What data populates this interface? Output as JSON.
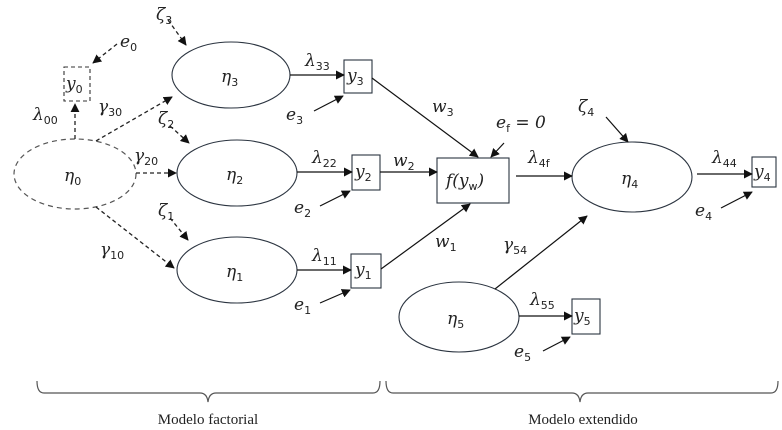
{
  "diagram": {
    "title": "Structural equation path diagram",
    "nodes": {
      "eta0": {
        "base": "η",
        "sub": "0",
        "kind": "latent",
        "style": "dashed"
      },
      "eta1": {
        "base": "η",
        "sub": "1",
        "kind": "latent"
      },
      "eta2": {
        "base": "η",
        "sub": "2",
        "kind": "latent"
      },
      "eta3": {
        "base": "η",
        "sub": "3",
        "kind": "latent"
      },
      "eta4": {
        "base": "η",
        "sub": "4",
        "kind": "latent"
      },
      "eta5": {
        "base": "η",
        "sub": "5",
        "kind": "latent"
      },
      "y0": {
        "base": "y",
        "sub": "0",
        "kind": "observed",
        "style": "dashed"
      },
      "y1": {
        "base": "y",
        "sub": "1",
        "kind": "observed"
      },
      "y2": {
        "base": "y",
        "sub": "2",
        "kind": "observed"
      },
      "y3": {
        "base": "y",
        "sub": "3",
        "kind": "observed"
      },
      "y4": {
        "base": "y",
        "sub": "4",
        "kind": "observed"
      },
      "y5": {
        "base": "y",
        "sub": "5",
        "kind": "observed"
      },
      "f": {
        "text": "f(y",
        "sub": "w",
        "close": ")",
        "kind": "composite"
      }
    },
    "labels": {
      "e0": {
        "base": "e",
        "sub": "0"
      },
      "e1": {
        "base": "e",
        "sub": "1"
      },
      "e2": {
        "base": "e",
        "sub": "2"
      },
      "e3": {
        "base": "e",
        "sub": "3"
      },
      "e4": {
        "base": "e",
        "sub": "4"
      },
      "e5": {
        "base": "e",
        "sub": "5"
      },
      "ef": {
        "base": "e",
        "sub": "f",
        "rest": " = 0"
      },
      "zeta1": {
        "base": "ζ",
        "sub": "1"
      },
      "zeta2": {
        "base": "ζ",
        "sub": "2"
      },
      "zeta3": {
        "base": "ζ",
        "sub": "3"
      },
      "zeta4": {
        "base": "ζ",
        "sub": "4"
      },
      "lambda00": {
        "base": "λ",
        "sub": "00"
      },
      "lambda11": {
        "base": "λ",
        "sub": "11"
      },
      "lambda22": {
        "base": "λ",
        "sub": "22"
      },
      "lambda33": {
        "base": "λ",
        "sub": "33"
      },
      "lambda44": {
        "base": "λ",
        "sub": "44"
      },
      "lambda55": {
        "base": "λ",
        "sub": "55"
      },
      "lambda4f": {
        "base": "λ",
        "sub": "4f"
      },
      "gamma10": {
        "base": "γ",
        "sub": "10"
      },
      "gamma20": {
        "base": "γ",
        "sub": "20"
      },
      "gamma30": {
        "base": "γ",
        "sub": "30"
      },
      "gamma54": {
        "base": "γ",
        "sub": "54"
      },
      "w1": {
        "base": "w",
        "sub": "1"
      },
      "w2": {
        "base": "w",
        "sub": "2"
      },
      "w3": {
        "base": "w",
        "sub": "3"
      }
    },
    "sections": {
      "left": "Modelo factorial",
      "right": "Modelo extendido"
    }
  }
}
